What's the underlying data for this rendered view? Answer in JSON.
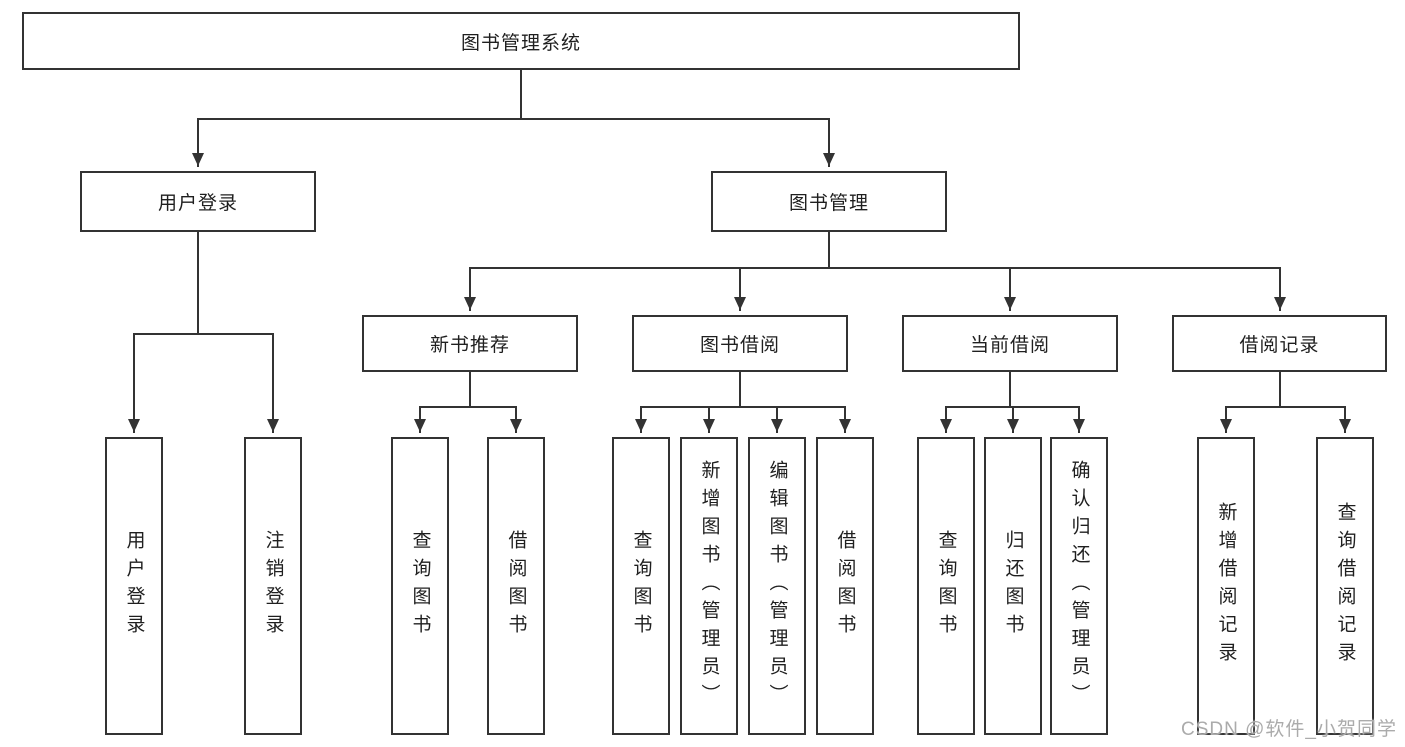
{
  "tree": {
    "root": "图书管理系统",
    "branches": [
      {
        "label": "用户登录",
        "children": [
          "用户登录",
          "注销登录"
        ]
      },
      {
        "label": "图书管理",
        "groups": [
          {
            "label": "新书推荐",
            "children": [
              "查询图书",
              "借阅图书"
            ]
          },
          {
            "label": "图书借阅",
            "children": [
              "查询图书",
              "新增图书（管理员）",
              "编辑图书（管理员）",
              "借阅图书"
            ]
          },
          {
            "label": "当前借阅",
            "children": [
              "查询图书",
              "归还图书",
              "确认归还（管理员）"
            ]
          },
          {
            "label": "借阅记录",
            "children": [
              "新增借阅记录",
              "查询借阅记录"
            ]
          }
        ]
      }
    ]
  },
  "colors": {
    "line": "#333333",
    "box_border": "#333333",
    "text": "#1f1f1f",
    "watermark": "#ababab"
  },
  "watermark": "CSDN @软件_小贺同学"
}
